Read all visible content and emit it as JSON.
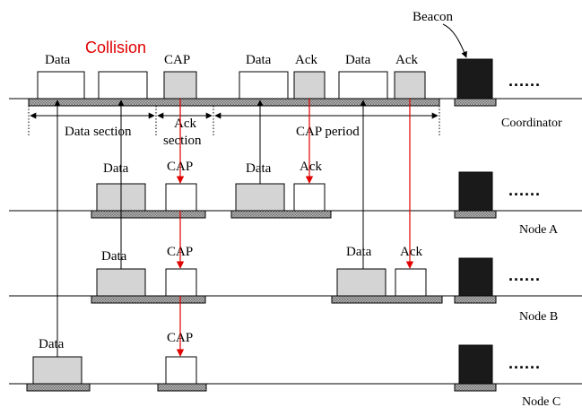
{
  "labels": {
    "beacon": "Beacon",
    "collision": "Collision",
    "dots": "......",
    "coordinator": "Coordinator",
    "node_a": "Node A",
    "node_b": "Node B",
    "node_c": "Node C",
    "data": "Data",
    "cap": "CAP",
    "ack": "Ack",
    "data_section": "Data section",
    "ack_section_line1": "Ack",
    "ack_section_line2": "section",
    "cap_period": "CAP period"
  },
  "colors": {
    "collision": "#e00000",
    "red_arrow": "#e00000",
    "gray_box": "#d4d4d4",
    "beacon_box": "#1a1a1a"
  }
}
